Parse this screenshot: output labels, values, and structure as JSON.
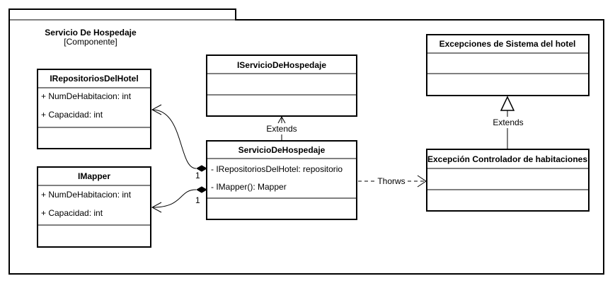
{
  "package": {
    "title": "Servicio De Hospedaje",
    "stereotype": "[Componente]"
  },
  "classes": {
    "repositorios": {
      "name": "IRepositoriosDelHotel",
      "attributes": [
        "+ NumDeHabitacion: int",
        "+ Capacidad: int"
      ]
    },
    "mapper": {
      "name": "IMapper",
      "attributes": [
        "+ NumDeHabitacion: int",
        "+ Capacidad: int"
      ]
    },
    "iservicio": {
      "name": "IServicioDeHospedaje",
      "attributes": []
    },
    "servicio": {
      "name": "ServicioDeHospedaje",
      "attributes": [
        "- IRepositoriosDelHotel: repositorio",
        "- IMapper():  Mapper"
      ]
    },
    "excepciones": {
      "name": "Excepciones de Sistema del hotel",
      "attributes": []
    },
    "controlador": {
      "name": "Excepción Controlador de habitaciones",
      "attributes": []
    }
  },
  "relations": {
    "extends_left": "Extends",
    "extends_right": "Extends",
    "throws": "Thorws",
    "mult_repositorio": "1",
    "mult_mapper": "1"
  },
  "colors": {
    "stroke": "#000000",
    "background": "#ffffff"
  }
}
